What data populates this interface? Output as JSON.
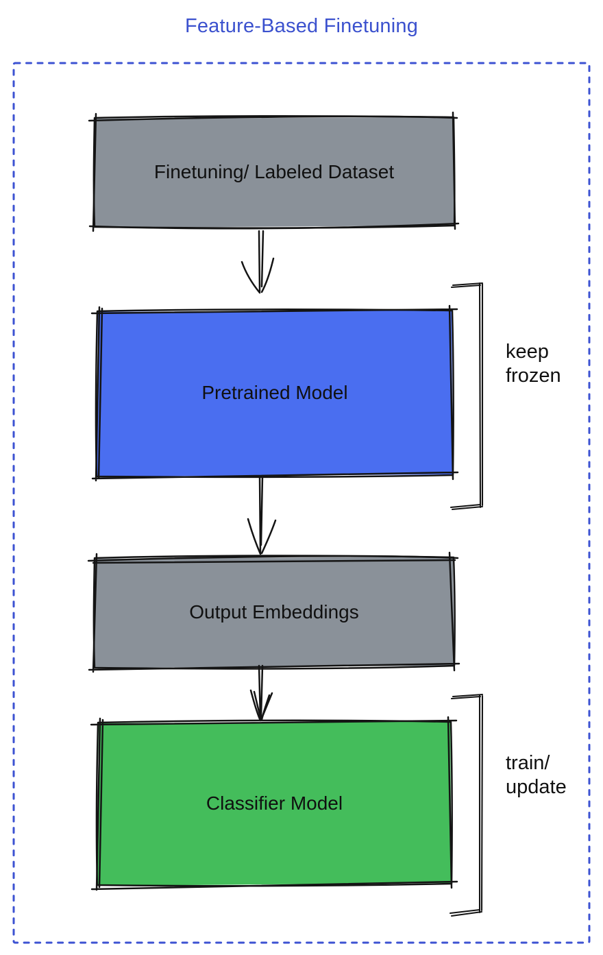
{
  "title": {
    "text": "Feature-Based Finetuning"
  },
  "colors": {
    "title_blue": "#3b51ce",
    "frame_blue": "#3c52d2",
    "node_gray": "#8a9199",
    "node_blue": "#4a6ef0",
    "node_green": "#44bd5b",
    "sketch_black": "#141414",
    "label_black": "#101010"
  },
  "diagram": {
    "nodes": [
      {
        "id": "finetuning-dataset",
        "label": "Finetuning/ Labeled Dataset",
        "fill": "#8a9199"
      },
      {
        "id": "pretrained-model",
        "label": "Pretrained Model",
        "fill": "#4a6ef0"
      },
      {
        "id": "output-embeddings",
        "label": "Output Embeddings",
        "fill": "#8a9199"
      },
      {
        "id": "classifier-model",
        "label": "Classifier Model",
        "fill": "#44bd5b"
      }
    ],
    "edges": [
      {
        "from": "finetuning-dataset",
        "to": "pretrained-model"
      },
      {
        "from": "pretrained-model",
        "to": "output-embeddings"
      },
      {
        "from": "output-embeddings",
        "to": "classifier-model"
      }
    ],
    "annotations": [
      {
        "target": "pretrained-model",
        "lines": [
          "keep",
          "frozen"
        ]
      },
      {
        "target": "classifier-model",
        "lines": [
          "train/",
          "update"
        ]
      }
    ]
  }
}
